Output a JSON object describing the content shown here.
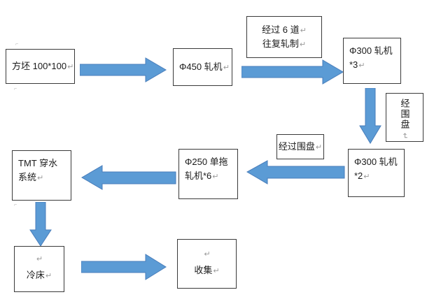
{
  "colors": {
    "arrow_fill": "#5b9bd5",
    "arrow_stroke": "#4a7ebb",
    "box_border": "#3a3a3a",
    "pilcrow": "#9a9a9a",
    "page_bg": "#ffffff"
  },
  "marks": {
    "return": "↵",
    "anchor": "⌐"
  },
  "nodes": {
    "billet": {
      "text": "方坯 100*100"
    },
    "mill450": {
      "text": "Φ450 轧机"
    },
    "pass_note": {
      "line1": "经过 6 道",
      "line2": "往复轧制"
    },
    "mill300_3": {
      "line1": "Φ300 轧机",
      "line2": "*3"
    },
    "loop_vertical": {
      "text": "经围盘"
    },
    "mill300_2": {
      "line1": "Φ300 轧机",
      "line2": "*2"
    },
    "loop_label": {
      "text": "经过围盘"
    },
    "mill250": {
      "line1": "Φ250 单拖",
      "line2": "轧机*6"
    },
    "tmt": {
      "line1": "TMT 穿水",
      "line2": "系统"
    },
    "cold_bed": {
      "text": "冷床"
    },
    "collect": {
      "text": "收集"
    }
  },
  "edges": [
    {
      "from": "方坯 100*100",
      "to": "Φ450 轧机",
      "direction": "right",
      "label": ""
    },
    {
      "from": "Φ450 轧机",
      "to": "Φ300 轧机 *3",
      "direction": "right",
      "label": "经过 6 道 往复轧制"
    },
    {
      "from": "Φ300 轧机 *3",
      "to": "Φ300 轧机 *2",
      "direction": "down",
      "label": "经围盘"
    },
    {
      "from": "Φ300 轧机 *2",
      "to": "Φ250 单拖轧机*6",
      "direction": "left",
      "label": "经过围盘"
    },
    {
      "from": "Φ250 单拖轧机*6",
      "to": "TMT 穿水系统",
      "direction": "left",
      "label": ""
    },
    {
      "from": "TMT 穿水系统",
      "to": "冷床",
      "direction": "down",
      "label": ""
    },
    {
      "from": "冷床",
      "to": "收集",
      "direction": "right",
      "label": ""
    }
  ]
}
